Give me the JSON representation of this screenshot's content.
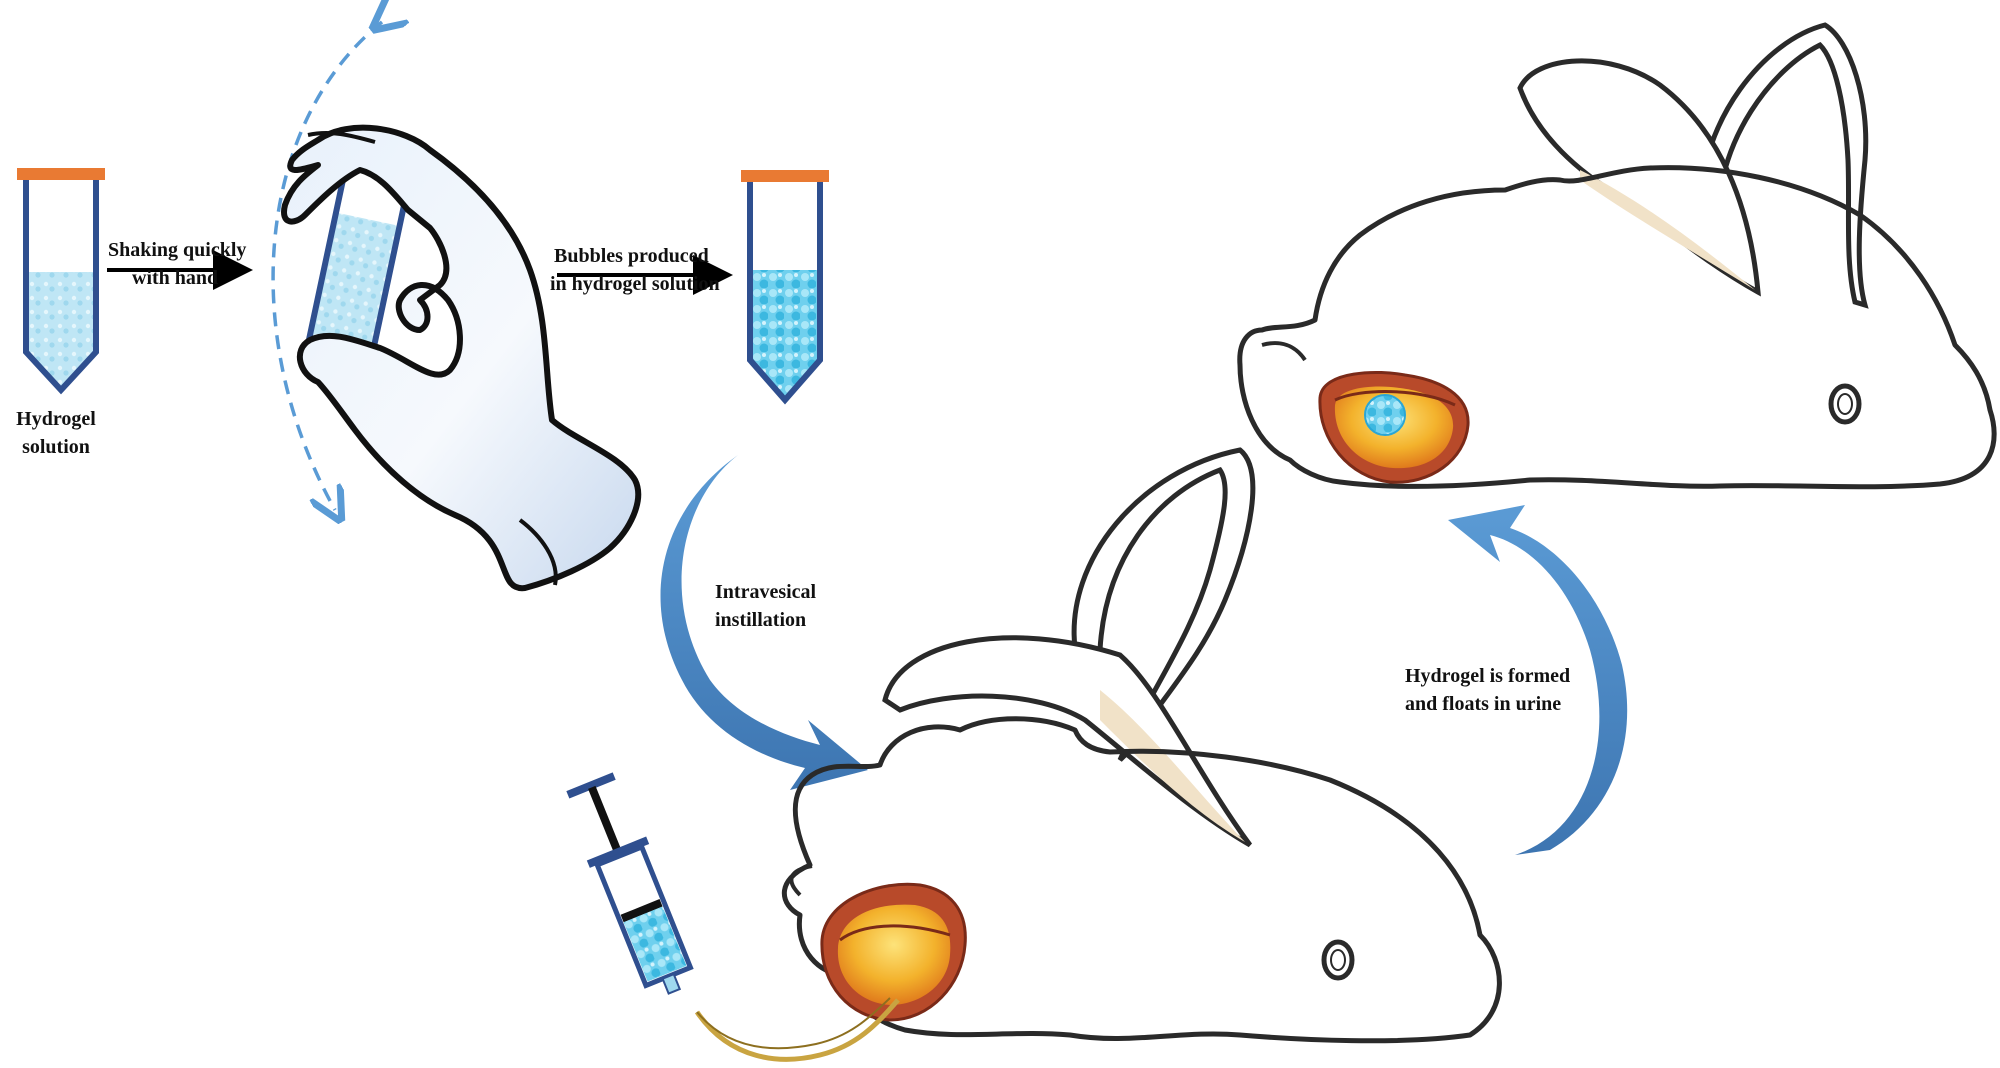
{
  "labels": {
    "hydrogel_solution_line1": "Hydrogel",
    "hydrogel_solution_line2": "solution",
    "shaking_line1": "Shaking quickly",
    "shaking_line2": "with hand",
    "bubbles_line1": "Bubbles produced",
    "bubbles_line2": "in hydrogel solution",
    "instillation_line1": "Intravesical",
    "instillation_line2": "instillation",
    "formed_line1": "Hydrogel is formed",
    "formed_line2": "and floats in urine"
  },
  "colors": {
    "tube_cap": "#e97a33",
    "tube_outline": "#2f4f8f",
    "solution_fill": "#bfe6f5",
    "bubble_fill": "#58c5e8",
    "process_arrow": "#4d8cc9",
    "shake_arc": "#5a9bd5",
    "rabbit_outline": "#2a2a2a",
    "ear_inner": "#f1e2c8",
    "bladder_wall": "#b84a2a",
    "bladder_inner": "#f3b22c",
    "catheter": "#c9a441"
  }
}
